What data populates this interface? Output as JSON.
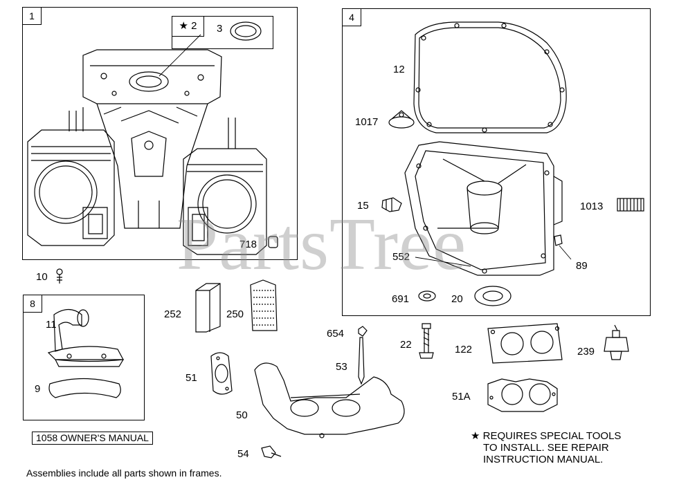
{
  "diagram": {
    "frames": [
      {
        "id": "frame-1",
        "number": "1"
      },
      {
        "id": "frame-4",
        "number": "4"
      },
      {
        "id": "frame-8",
        "number": "8"
      }
    ],
    "subframe": {
      "star_label": "2",
      "part": "3"
    },
    "parts": {
      "p718": "718",
      "p10": "10",
      "p11": "11",
      "p9": "9",
      "p12": "12",
      "p1017": "1017",
      "p15": "15",
      "p1013": "1013",
      "p552": "552",
      "p89": "89",
      "p691": "691",
      "p20": "20",
      "p252": "252",
      "p250": "250",
      "p654": "654",
      "p53": "53",
      "p22": "22",
      "p122": "122",
      "p239": "239",
      "p51": "51",
      "p51A": "51A",
      "p50": "50",
      "p54": "54"
    },
    "star_symbol": "★",
    "manual_label": "1058 OWNER'S MANUAL",
    "note_lines": [
      "REQUIRES SPECIAL TOOLS",
      "TO INSTALL.  SEE REPAIR",
      "INSTRUCTION MANUAL."
    ],
    "assemblies_note": "Assemblies include all parts shown in frames.",
    "watermark": "PartsTree"
  }
}
